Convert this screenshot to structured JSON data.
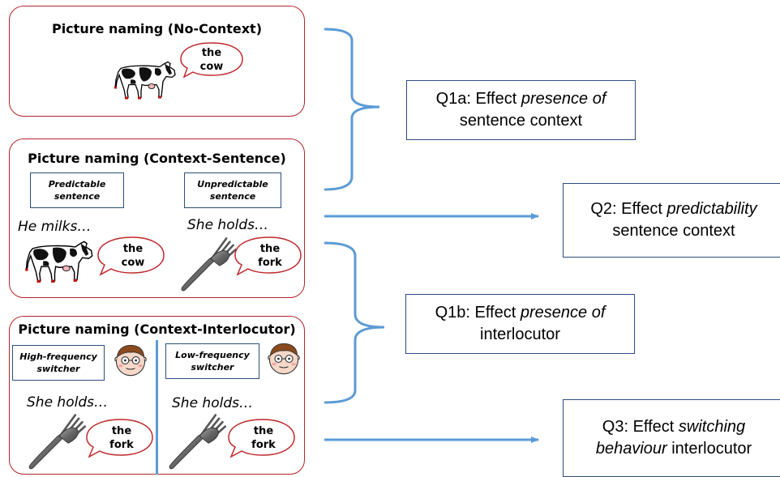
{
  "panels": {
    "no_context": {
      "title": "Picture naming (No-Context)",
      "bubble": {
        "line1": "the",
        "line2": "cow"
      }
    },
    "context_sentence": {
      "title": "Picture naming (Context-Sentence)",
      "left_box": "Predictable sentence",
      "right_box": "Unpredictable sentence",
      "left_prompt": "He milks…",
      "right_prompt": "She holds…",
      "left_bubble": {
        "line1": "the",
        "line2": "cow"
      },
      "right_bubble": {
        "line1": "the",
        "line2": "fork"
      }
    },
    "context_interlocutor": {
      "title": "Picture naming (Context-Interlocutor)",
      "left_box": "High-frequency switcher",
      "right_box": "Low-frequency switcher",
      "left_prompt": "She holds…",
      "right_prompt": "She holds…",
      "left_bubble": {
        "line1": "the",
        "line2": "fork"
      },
      "right_bubble": {
        "line1": "the",
        "line2": "fork"
      }
    }
  },
  "questions": {
    "q1a": {
      "prefix": "Q1a: Effect ",
      "emph": "presence of",
      "rest": "sentence context"
    },
    "q2": {
      "prefix": "Q2: Effect ",
      "emph": "predictability",
      "rest": "sentence context"
    },
    "q1b": {
      "prefix": "Q1b: Effect ",
      "emph": "presence of",
      "rest": "interlocutor"
    },
    "q3": {
      "prefix": "Q3: Effect ",
      "emph": "switching",
      "emph2": "behaviour",
      "rest": " interlocutor"
    }
  },
  "colors": {
    "panel_border": "#b3252a",
    "box_border": "#2b4e7e",
    "arrow": "#5b9bd5",
    "bubble": "#c0282d"
  },
  "icons": [
    "cow-icon",
    "fork-icon",
    "face-icon",
    "speech-bubble-icon"
  ]
}
